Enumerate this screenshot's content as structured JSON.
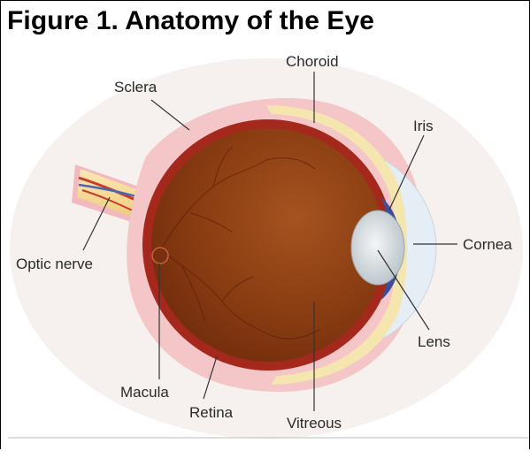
{
  "figure": {
    "title": "Figure 1. Anatomy of the Eye"
  },
  "labels": {
    "choroid": "Choroid",
    "sclera": "Sclera",
    "iris": "Iris",
    "optic_nerve": "Optic nerve",
    "cornea": "Cornea",
    "lens": "Lens",
    "macula": "Macula",
    "retina": "Retina",
    "vitreous": "Vitreous"
  },
  "colors": {
    "sclera": "#f4c6c8",
    "choroid": "#a5281c",
    "vitreous": "#8a3d12",
    "lens": "#d8dde0",
    "cornea": "#e4eef4",
    "iris": "#3a4f9a",
    "nerve": "#f3d88a"
  }
}
